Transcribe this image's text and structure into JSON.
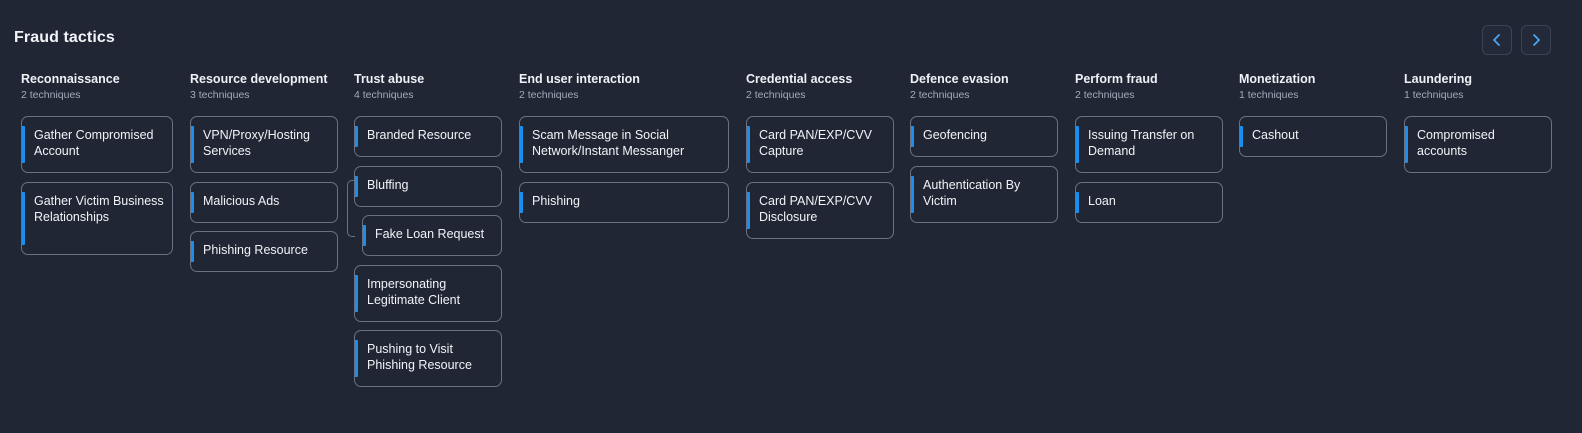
{
  "header": {
    "title": "Fraud tactics",
    "prev_icon": "chevron-left-icon",
    "next_icon": "chevron-right-icon"
  },
  "colors": {
    "background": "#212634",
    "accent": "#1b8ff0",
    "card_border": "#697184",
    "text": "#f1f3f7",
    "muted": "#a3aabb"
  },
  "tactics": [
    {
      "name": "Reconnaissance",
      "count": "2 techniques",
      "techniques": [
        "Gather Compromised Account",
        "Gather Victim Business Relationships"
      ]
    },
    {
      "name": "Resource development",
      "count": "3 techniques",
      "techniques": [
        "VPN/Proxy/Hosting Services",
        "Malicious Ads",
        "Phishing Resource"
      ]
    },
    {
      "name": "Trust abuse",
      "count": "4 techniques",
      "techniques": [
        "Branded Resource",
        "Bluffing",
        "Fake Loan Request",
        "Impersonating Legitimate Client",
        "Pushing to Visit Phishing Resource"
      ]
    },
    {
      "name": "End user interaction",
      "count": "2 techniques",
      "techniques": [
        "Scam Message in Social Network/Instant Messanger",
        "Phishing"
      ]
    },
    {
      "name": "Credential access",
      "count": "2 techniques",
      "techniques": [
        "Card PAN/EXP/CVV Capture",
        "Card PAN/EXP/CVV Disclosure"
      ]
    },
    {
      "name": "Defence evasion",
      "count": "2 techniques",
      "techniques": [
        "Geofencing",
        "Authentication By Victim"
      ]
    },
    {
      "name": "Perform fraud",
      "count": "2 techniques",
      "techniques": [
        "Issuing Transfer on Demand",
        "Loan"
      ]
    },
    {
      "name": "Monetization",
      "count": "1 techniques",
      "techniques": [
        "Cashout"
      ]
    },
    {
      "name": "Laundering",
      "count": "1 techniques",
      "techniques": [
        "Compromised accounts"
      ]
    }
  ]
}
